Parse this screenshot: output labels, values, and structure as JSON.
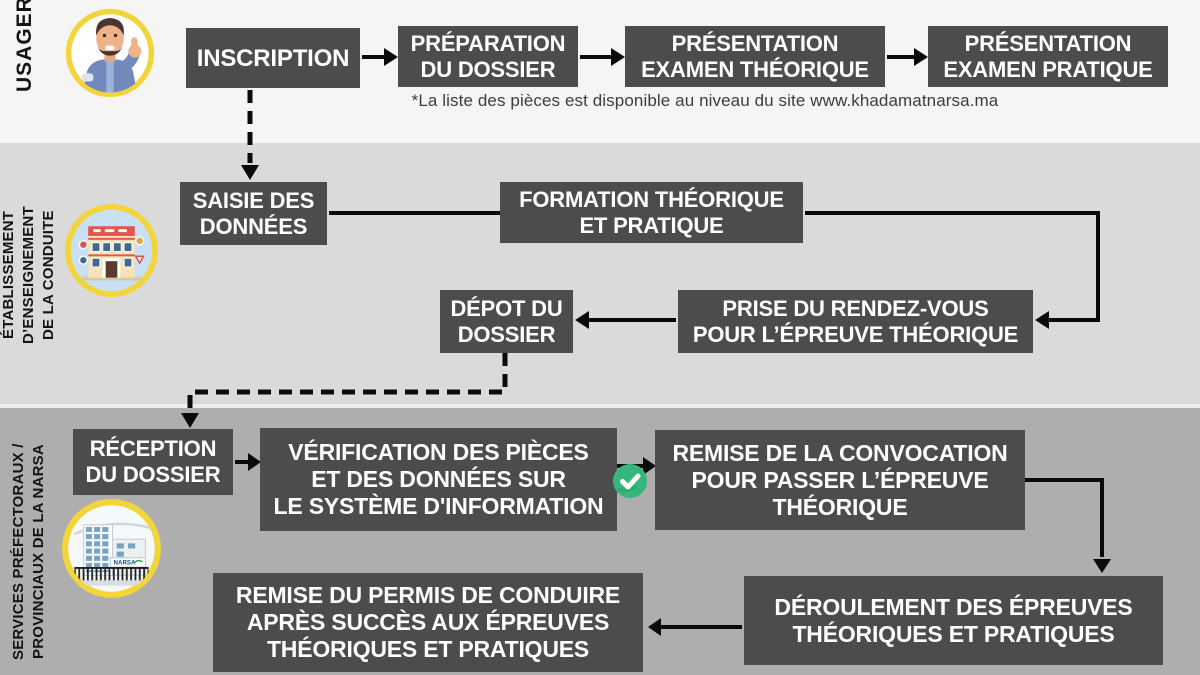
{
  "side_labels": {
    "usager": "USAGER",
    "etablissement": [
      "ÉTABLISSEMENT D’ENSEIGNEMENT",
      "DE LA CONDUITE"
    ],
    "narsa": [
      "SERVICES PRÉFECTORAUX /",
      "PROVINCIAUX DE LA NARSA"
    ]
  },
  "flow": {
    "inscription": [
      "INSCRIPTION"
    ],
    "preparation_dossier": [
      "PRÉPARATION",
      "DU DOSSIER"
    ],
    "presentation_examen_theorique": [
      "PRÉSENTATION",
      "EXAMEN THÉORIQUE"
    ],
    "presentation_examen_pratique": [
      "PRÉSENTATION",
      "EXAMEN PRATIQUE"
    ],
    "saisie_donnees": [
      "SAISIE DES",
      "DONNÉES"
    ],
    "formation_theorique_pratique": [
      "FORMATION THÉORIQUE",
      "ET PRATIQUE"
    ],
    "prise_rendez_vous": [
      "PRISE DU RENDEZ-VOUS",
      "POUR L’ÉPREUVE THÉORIQUE"
    ],
    "depot_dossier": [
      "DÉPOT DU",
      "DOSSIER"
    ],
    "reception_dossier": [
      "RÉCEPTION",
      "DU DOSSIER"
    ],
    "verification_pieces": [
      "VÉRIFICATION DES PIÈCES",
      "ET DES DONNÉES SUR",
      "LE SYSTÈME D'INFORMATION"
    ],
    "remise_convocation": [
      "REMISE DE LA CONVOCATION",
      "POUR PASSER L’ÉPREUVE",
      "THÉORIQUE"
    ],
    "deroulement_epreuves": [
      "DÉROULEMENT DES ÉPREUVES",
      "THÉORIQUES ET PRATIQUES"
    ],
    "remise_permis": [
      "REMISE DU PERMIS DE CONDUIRE",
      "APRÈS SUCCÈS AUX ÉPREUVES",
      "THÉORIQUES ET PRATIQUES"
    ]
  },
  "note": "*La liste des pièces est disponible au niveau du site www.khadamatnarsa.ma",
  "icons": {
    "usager_avatar": "man-thumbs-up-avatar",
    "driving_school": "driving-school-building",
    "narsa_building": "narsa-office-building",
    "validation_check": "green-check",
    "narsa_sign_text": "NARSA"
  },
  "colors": {
    "box_bg": "#4c4c4c",
    "box_text": "#ffffff",
    "band_top_bg": "#f5f5f5",
    "band_middle_bg": "#dadada",
    "band_bottom_bg": "#aeaeae",
    "arrow": "#0a0a0a",
    "check_green": "#35b77c",
    "avatar_ring": "#f2d53c"
  }
}
